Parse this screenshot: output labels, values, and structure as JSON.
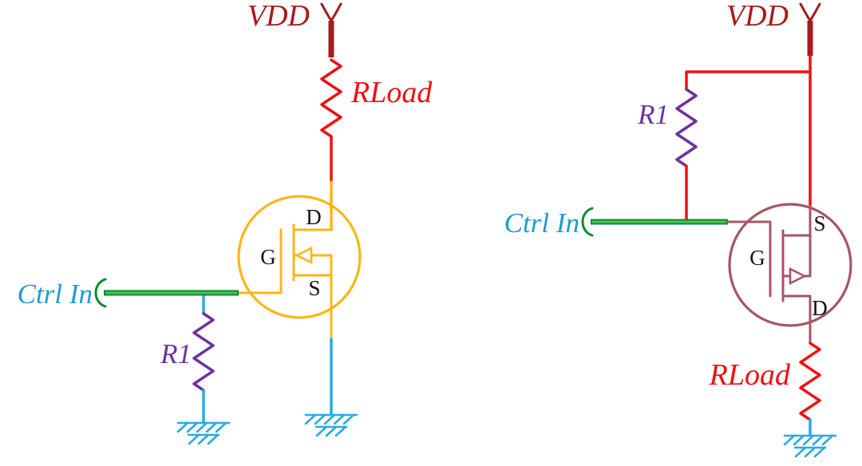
{
  "diagram": {
    "kind": "MOSFET switch schematic, two circuits",
    "left": {
      "supply": "VDD",
      "load_resistor": "RLoad",
      "series_resistor": "R1",
      "input": "Ctrl In",
      "mosfet": {
        "top_terminal": "D",
        "gate": "G",
        "bottom_terminal": "S"
      }
    },
    "right": {
      "supply": "VDD",
      "load_resistor": "RLoad",
      "series_resistor": "R1",
      "input": "Ctrl In",
      "mosfet": {
        "top_terminal": "S",
        "gate": "G",
        "bottom_terminal": "D"
      }
    }
  },
  "colors": {
    "background": "#FFFFFF",
    "supply_label": "#A61C1C",
    "load_wire": "#EE1111",
    "resistor_r1": "#7030A0",
    "input_label": "#1C9BD5",
    "ground_wire": "#29ABE2",
    "control_wire": "#0B8A34",
    "control_wire_core": "#4CC24E",
    "nmos_symbol": "#FDB515",
    "pmos_symbol": "#A85465"
  }
}
